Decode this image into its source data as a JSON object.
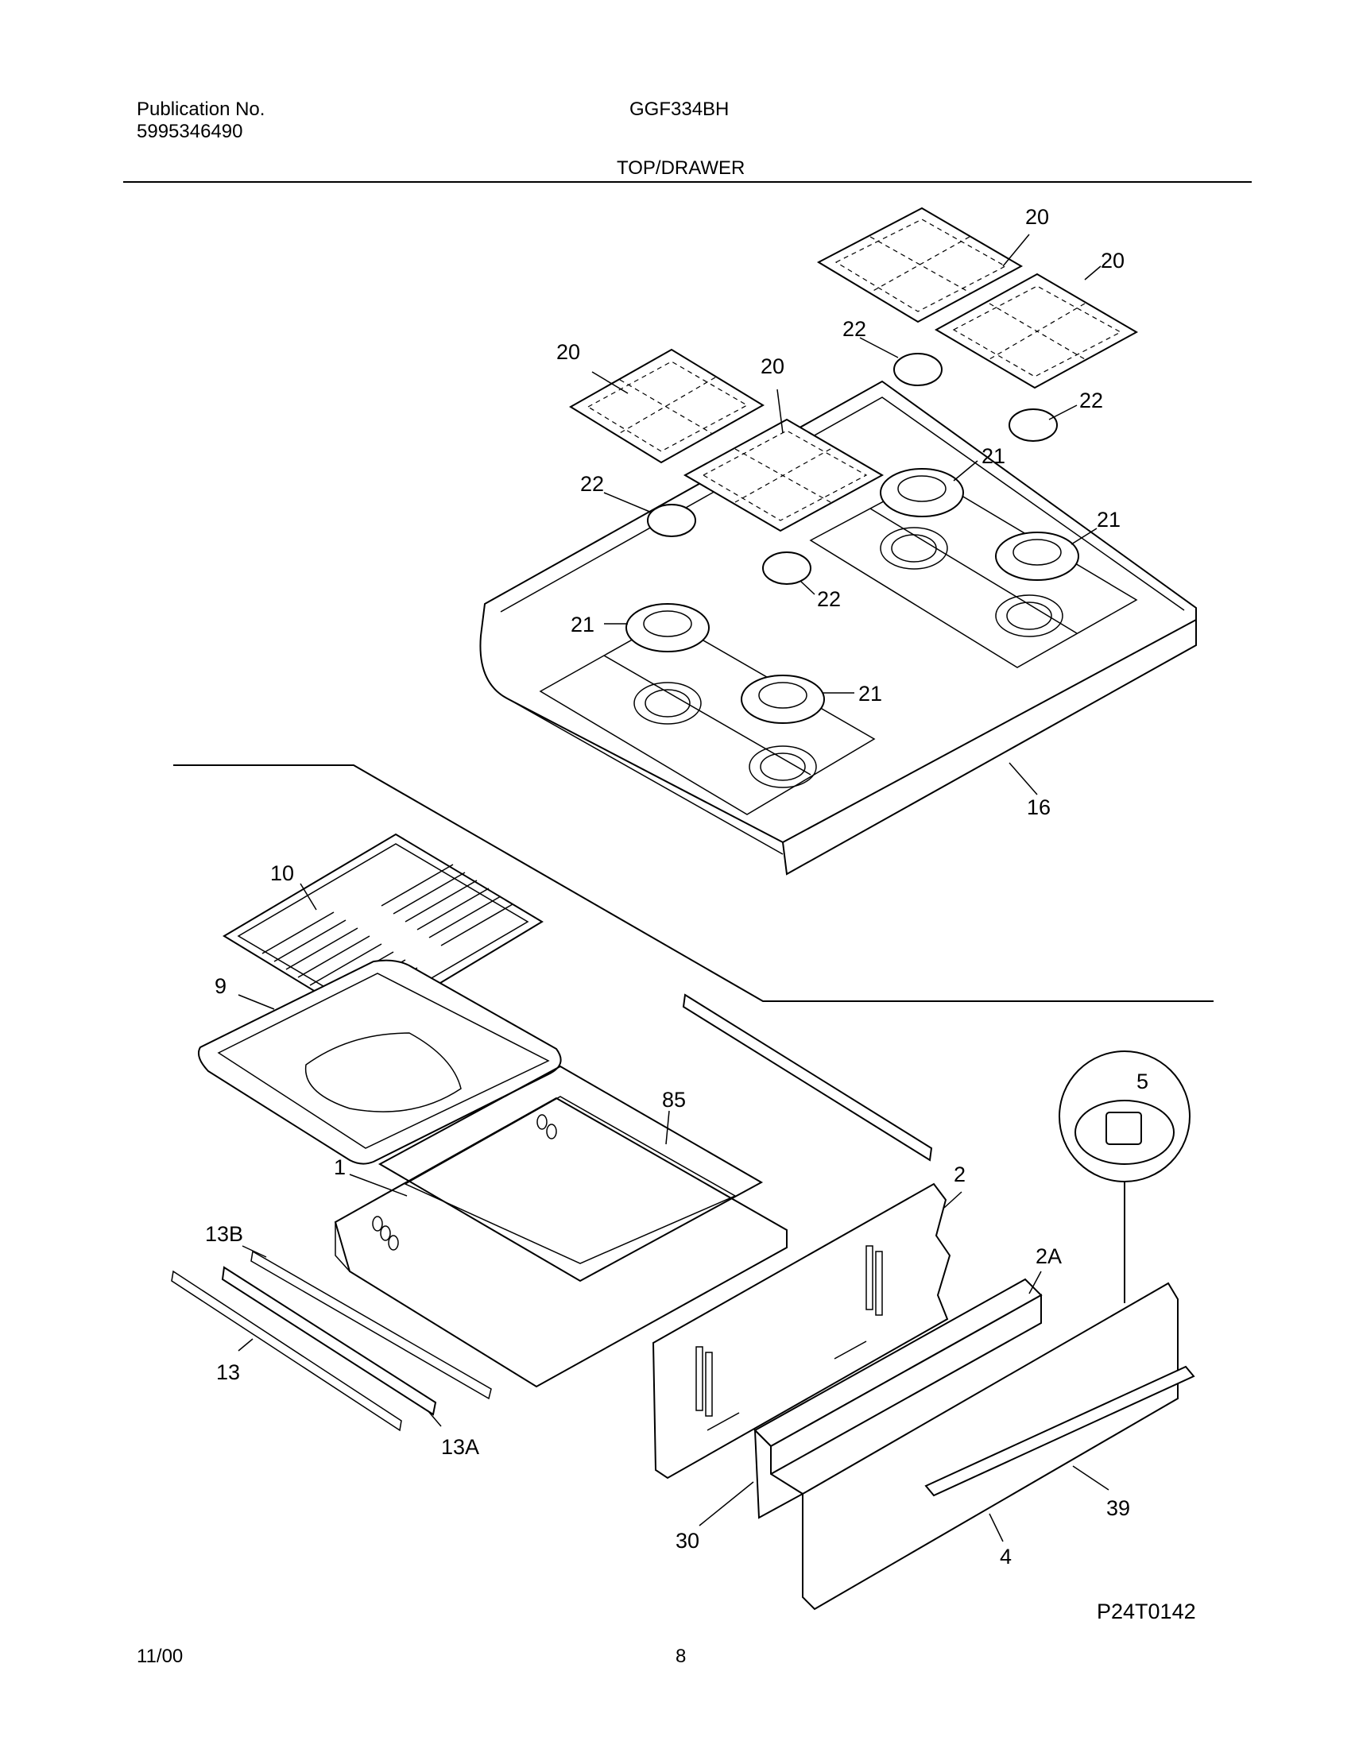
{
  "header": {
    "publication_label": "Publication No.",
    "publication_number": "5995346490",
    "model": "GGF334BH",
    "section": "TOP/DRAWER"
  },
  "footer": {
    "date": "11/00",
    "page": "8"
  },
  "diagram_id": "P24T0142",
  "callouts": {
    "grate_1": "20",
    "grate_2": "20",
    "grate_3": "20",
    "grate_4": "20",
    "cap_1": "22",
    "cap_2": "22",
    "cap_3": "22",
    "cap_4": "22",
    "head_1": "21",
    "head_2": "21",
    "head_3": "21",
    "head_4": "21",
    "cooktop": "16",
    "broiler_grid": "10",
    "broiler_pan": "9",
    "rack": "85",
    "drawer_body": "1",
    "rail_13b": "13B",
    "rail_13": "13",
    "rail_13a": "13A",
    "drawer_front": "2",
    "trim_2a": "2A",
    "knob": "5",
    "panel_30": "30",
    "handle": "39",
    "panel_4": "4"
  }
}
